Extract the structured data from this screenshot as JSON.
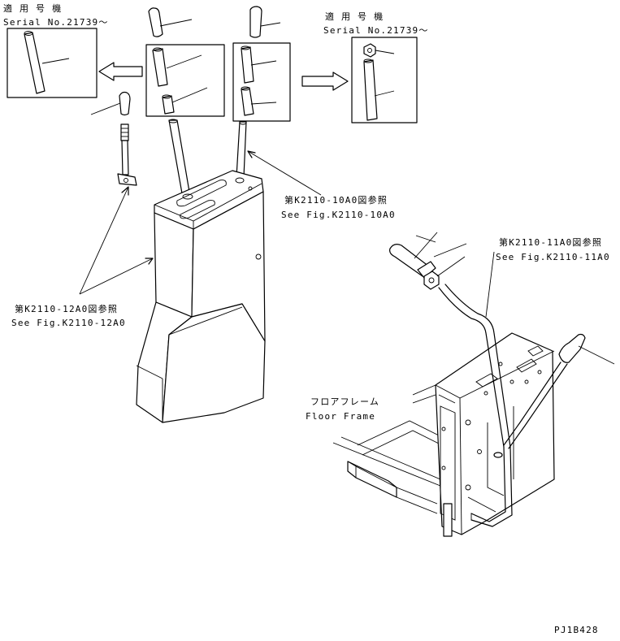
{
  "labels": {
    "applicable_left_jp": "適 用 号 機",
    "serial_left": "Serial No.21739～",
    "applicable_right_jp": "適 用 号 機",
    "serial_right": "Serial No.21739～",
    "ref_10a0_jp": "第K2110-10A0図参照",
    "ref_10a0_en": "See Fig.K2110-10A0",
    "ref_11a0_jp": "第K2110-11A0図参照",
    "ref_11a0_en": "See Fig.K2110-11A0",
    "ref_12a0_jp": "第K2110-12A0図参照",
    "ref_12a0_en": "See Fig.K2110-12A0",
    "floor_frame_jp": "フロアフレーム",
    "floor_frame_en": "Floor Frame",
    "drawing_code": "PJ1B428"
  },
  "colors": {
    "ink": "#000000",
    "paper": "#ffffff"
  }
}
